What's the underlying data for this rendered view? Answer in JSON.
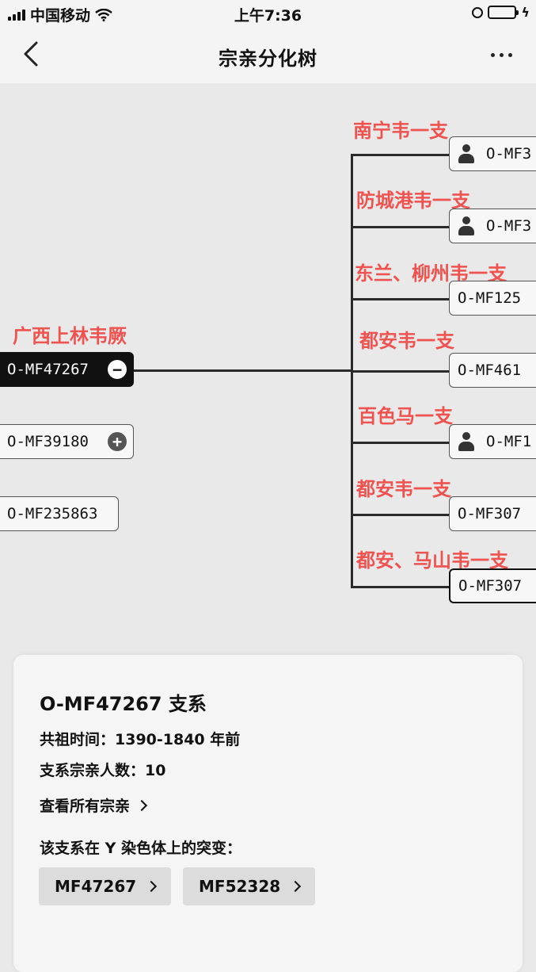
{
  "status_bar": {
    "carrier": "中国移动",
    "time": "上午7:36"
  },
  "nav": {
    "title": "宗亲分化树"
  },
  "tree": {
    "root": {
      "label": "广西上林韦厥",
      "id": "O-MF47267"
    },
    "left_nodes": [
      "O-MF39180",
      "O-MF235863"
    ],
    "branches": [
      {
        "label": "南宁韦一支",
        "id": "O-MF3",
        "person": true
      },
      {
        "label": "防城港韦一支",
        "id": "O-MF3",
        "person": true
      },
      {
        "label": "东兰、柳州韦一支",
        "id": "O-MF125",
        "person": false
      },
      {
        "label": "都安韦一支",
        "id": "O-MF461",
        "person": false
      },
      {
        "label": "百色马一支",
        "id": "O-MF1",
        "person": true
      },
      {
        "label": "都安韦一支",
        "id": "O-MF307",
        "person": false
      },
      {
        "label": "都安、马山韦一支",
        "id": "O-MF307",
        "person": false
      }
    ]
  },
  "card": {
    "title": "O-MF47267 支系",
    "ancestor_time": "共祖时间：1390-1840 年前",
    "member_count": "支系宗亲人数：10",
    "view_all": "查看所有宗亲",
    "mutations_heading": "该支系在 Y 染色体上的突变：",
    "mutations": [
      "MF47267",
      "MF52328"
    ]
  }
}
